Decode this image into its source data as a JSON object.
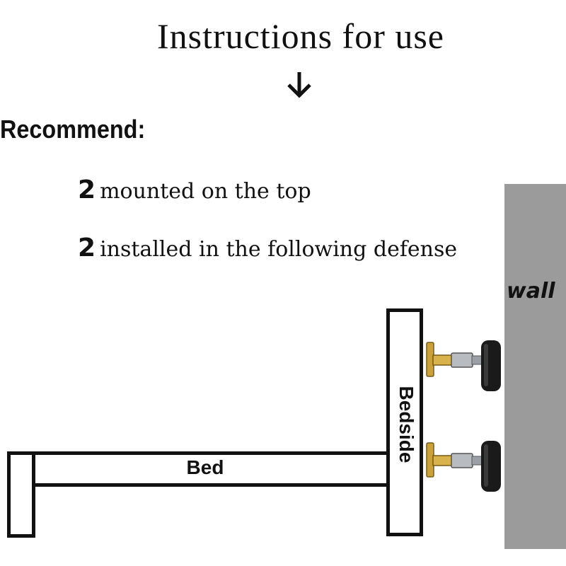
{
  "title": "Instructions for use",
  "arrow_icon": "arrow-down-icon",
  "recommend": {
    "heading": "Recommend:",
    "lines": [
      {
        "count": "2",
        "text": "mounted on the top"
      },
      {
        "count": "2",
        "text": "installed in the following defense"
      }
    ]
  },
  "diagram": {
    "wall_label": "wall",
    "bed_label": "Bed",
    "bedside_label": "Bedside",
    "colors": {
      "wall": "#9b9b9b",
      "outline": "#111111",
      "brass": "#c9a23a",
      "steel": "#b8bcc0",
      "pad": "#1a1a1a"
    }
  }
}
